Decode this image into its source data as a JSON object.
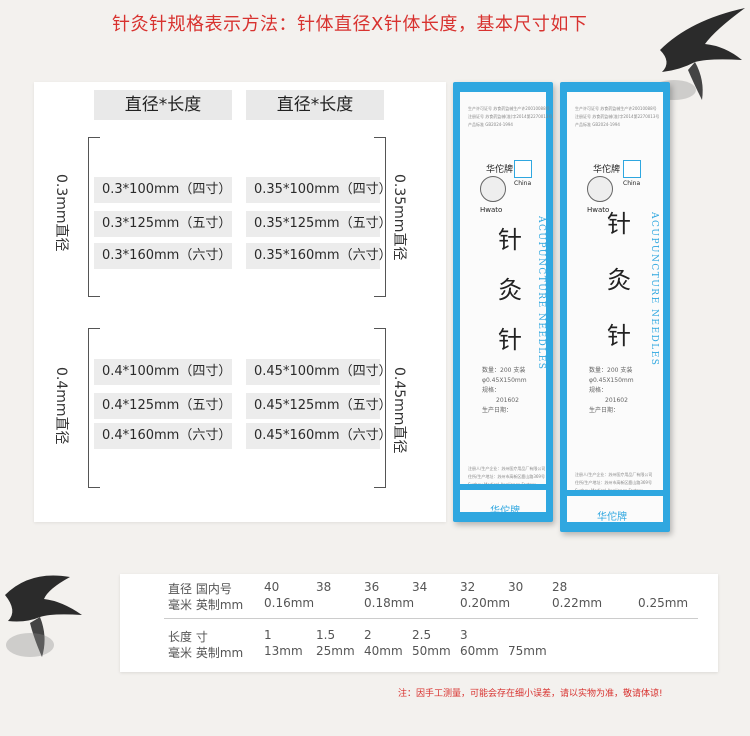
{
  "heading": "针灸针规格表示方法：针体直径X针体长度，基本尺寸如下",
  "spec": {
    "left_col_header": "直径*长度",
    "right_col_header": "直径*长度",
    "groups": [
      {
        "left_label": "0.3mm直径",
        "right_label": "0.35mm直径",
        "left_items": [
          "0.3*100mm（四寸）",
          "0.3*125mm（五寸）",
          "0.3*160mm（六寸）"
        ],
        "right_items": [
          "0.35*100mm（四寸）",
          "0.35*125mm（五寸）",
          "0.35*160mm（六寸）"
        ]
      },
      {
        "left_label": "0.4mm直径",
        "right_label": "0.45mm直径",
        "left_items": [
          "0.4*100mm（四寸）",
          "0.4*125mm（五寸）",
          "0.4*160mm（六寸）"
        ],
        "right_items": [
          "0.45*100mm（四寸）",
          "0.45*125mm（五寸）",
          "0.45*160mm（六寸）"
        ]
      }
    ]
  },
  "box": {
    "brand_cn": "华佗牌",
    "brand_en": "Hwato",
    "logo_text": "China",
    "chars": [
      "针",
      "灸",
      "针"
    ],
    "english": "ACUPUNCTURE NEEDLES",
    "qty": "数量：200 支装",
    "size": "φ0.45X150mm",
    "spec_label": "规格：",
    "batch": "201602",
    "date_label": "生产日期："
  },
  "table": {
    "dia_label": "直径 国内号",
    "dia_numbers": [
      "40",
      "38",
      "36",
      "34",
      "32",
      "30",
      "28"
    ],
    "dia_unit_label": "毫米 英制mm",
    "dia_mm": [
      "0.16mm",
      "0.18mm",
      "0.20mm",
      "0.22mm",
      "0.25mm"
    ],
    "len_label": "长度 寸",
    "len_numbers": [
      "1",
      "1.5",
      "2",
      "2.5",
      "3"
    ],
    "len_unit_label": "毫米 英制mm",
    "len_mm": [
      "13mm",
      "25mm",
      "40mm",
      "50mm",
      "60mm",
      "75mm"
    ]
  },
  "note": "注：因手工测量，可能会存在细小误差，请以实物为准，敬请体谅!",
  "colors": {
    "accent_red": "#d8322f",
    "box_blue": "#2fa7e0",
    "panel_bg": "#ffffff",
    "page_bg": "#f3f1ee"
  },
  "icons": {
    "bird_top_right": "swallow-ink-icon",
    "bird_left": "swallow-ink-icon"
  }
}
